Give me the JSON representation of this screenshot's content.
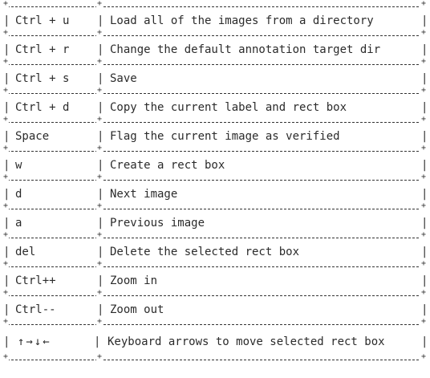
{
  "rows": [
    {
      "key": "Ctrl + u",
      "description": "Load all of the images from a directory"
    },
    {
      "key": "Ctrl + r",
      "description": "Change the default annotation target dir"
    },
    {
      "key": "Ctrl + s",
      "description": "Save"
    },
    {
      "key": "Ctrl + d",
      "description": "Copy the current label and rect box"
    },
    {
      "key": "Space",
      "description": "Flag the current image as verified"
    },
    {
      "key": "w",
      "description": "Create a rect box"
    },
    {
      "key": "d",
      "description": "Next image"
    },
    {
      "key": "a",
      "description": "Previous image"
    },
    {
      "key": "del",
      "description": "Delete the selected rect box"
    },
    {
      "key": "Ctrl++",
      "description": "Zoom in"
    },
    {
      "key": "Ctrl--",
      "description": "Zoom out"
    },
    {
      "key": "↑→↓←",
      "description": "Keyboard arrows to move selected rect box"
    }
  ]
}
